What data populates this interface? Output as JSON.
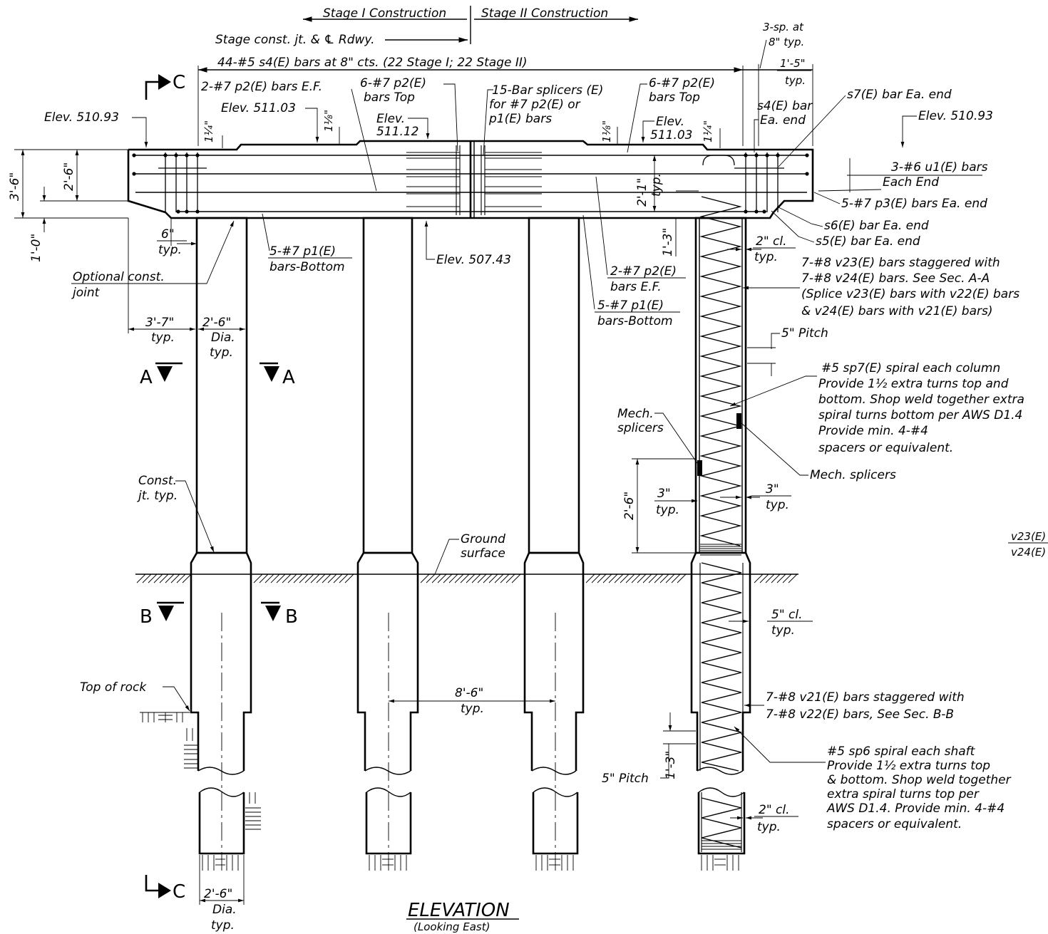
{
  "title": {
    "main": "ELEVATION",
    "sub": "(Looking East)"
  },
  "stages": {
    "stage1": "Stage I Construction",
    "stage2": "Stage II Construction",
    "joint": "Stage const. jt. & ℄ Rdwy."
  },
  "section_marks": {
    "c_top": "C",
    "c_bottom": "C",
    "a_left": "A",
    "a_right": "A",
    "b_left": "B",
    "b_right": "B"
  },
  "cap": {
    "s4_bars": "44-#5 s4(E) bars at 8\" cts. (22 Stage I; 22 Stage II)",
    "elev_end": "Elev. 510.93",
    "elev_end_right": "Elev. 510.93",
    "elev_mid_left": "Elev. 511.03",
    "elev_mid_right_1": "Elev.",
    "elev_mid_right_2": "511.03",
    "elev_center_1": "Elev.",
    "elev_center_2": "511.12",
    "elev_bottom": "Elev. 507.43",
    "p2_ef_1": "2-#7 p2(E) bars E.F.",
    "p2_top_left_1": "6-#7 p2(E)",
    "p2_top_left_2": "bars Top",
    "splicers_1": "15-Bar splicers (E)",
    "splicers_2": "for #7 p2(E) or",
    "splicers_3": "p1(E) bars",
    "p2_top_right_1": "6-#7 p2(E)",
    "p2_top_right_2": "bars Top",
    "sp3_1": "3-sp. at",
    "sp3_2": "8\" typ.",
    "dim_1_5": "1'-5\"",
    "dim_1_5_typ": "typ.",
    "s4_end_1": "s4(E) bar",
    "s4_end_2": "Ea. end",
    "s7_end": "s7(E) bar Ea. end",
    "u1_1": "3-#6 u1(E) bars",
    "u1_2": "Each End",
    "p3": "5-#7 p3(E) bars Ea. end",
    "s6": "s6(E) bar Ea. end",
    "s5": "s5(E) bar Ea. end",
    "dim_3_6": "3'-6\"",
    "dim_2_6": "2'-6\"",
    "dim_1_0": "1'-0\"",
    "dim_1_4_a": "1¼\"",
    "dim_1_8_a": "1⅛\"",
    "dim_1_8_b": "1⅛\"",
    "dim_1_4_b": "1¼\"",
    "dim_2_1": "2'-1\"",
    "dim_2_1_typ": "typ.",
    "dim_1_3": "1'-3\"",
    "dim_6": "6\"",
    "dim_6_typ": "typ.",
    "p1_left_1": "5-#7 p1(E)",
    "p1_left_2": "bars-Bottom",
    "p2_ef_right_1": "2-#7 p2(E)",
    "p2_ef_right_2": "bars E.F.",
    "p1_right_1": "5-#7 p1(E)",
    "p1_right_2": "bars-Bottom",
    "opt_joint_1": "Optional const.",
    "opt_joint_2": "joint"
  },
  "columns": {
    "dim_3_7": "3'-7\"",
    "dim_3_7_typ": "typ.",
    "dia_1": "2'-6\"",
    "dia_2": "Dia.",
    "dia_3": "typ.",
    "const_jt_1": "Const.",
    "const_jt_2": "jt. typ.",
    "cl_2": "2\" cl.",
    "cl_2_typ": "typ.",
    "v23_1": "7-#8 v23(E) bars staggered with",
    "v23_2": "7-#8 v24(E) bars. See Sec. A-A",
    "v23_3": "(Splice v23(E) bars with v22(E) bars",
    "v23_4": "& v24(E) bars with v21(E) bars)",
    "pitch_5_top": "5\" Pitch",
    "sp7_1": "#5 sp7(E) spiral each column",
    "sp7_2": "Provide 1½ extra turns top and",
    "sp7_3": "bottom. Shop weld together extra",
    "sp7_4": "spiral turns bottom per AWS D1.4",
    "sp7_5": "Provide min. 4-#4",
    "sp7_6": "spacers or equivalent.",
    "mech_left_1": "Mech.",
    "mech_left_2": "splicers",
    "mech_right": "Mech. splicers",
    "dim_2_6_v": "2'-6\"",
    "dim_3_left": "3\"",
    "dim_3_left_typ": "typ.",
    "dim_3_right": "3\"",
    "dim_3_right_typ": "typ.",
    "ground_1": "Ground",
    "ground_2": "surface",
    "partial_1": "v23(E)",
    "partial_2": "v24(E)"
  },
  "shafts": {
    "cl_5": "5\" cl.",
    "cl_5_typ": "typ.",
    "top_rock": "Top of rock",
    "dim_8_6": "8'-6\"",
    "dim_8_6_typ": "typ.",
    "v21_1": "7-#8 v21(E) bars staggered with",
    "v21_2": "7-#8 v22(E) bars, See Sec. B-B",
    "dim_1_3": "1'-3\"",
    "pitch_5_bottom": "5\" Pitch",
    "sp6_1": "#5 sp6 spiral each shaft",
    "sp6_2": "Provide 1½ extra turns top",
    "sp6_3": "& bottom. Shop weld together",
    "sp6_4": "extra spiral turns top per",
    "sp6_5": "AWS D1.4. Provide min. 4-#4",
    "sp6_6": "spacers or equivalent.",
    "cl_2_b": "2\" cl.",
    "cl_2_b_typ": "typ.",
    "dia_b_1": "2'-6\"",
    "dia_b_2": "Dia.",
    "dia_b_3": "typ."
  }
}
